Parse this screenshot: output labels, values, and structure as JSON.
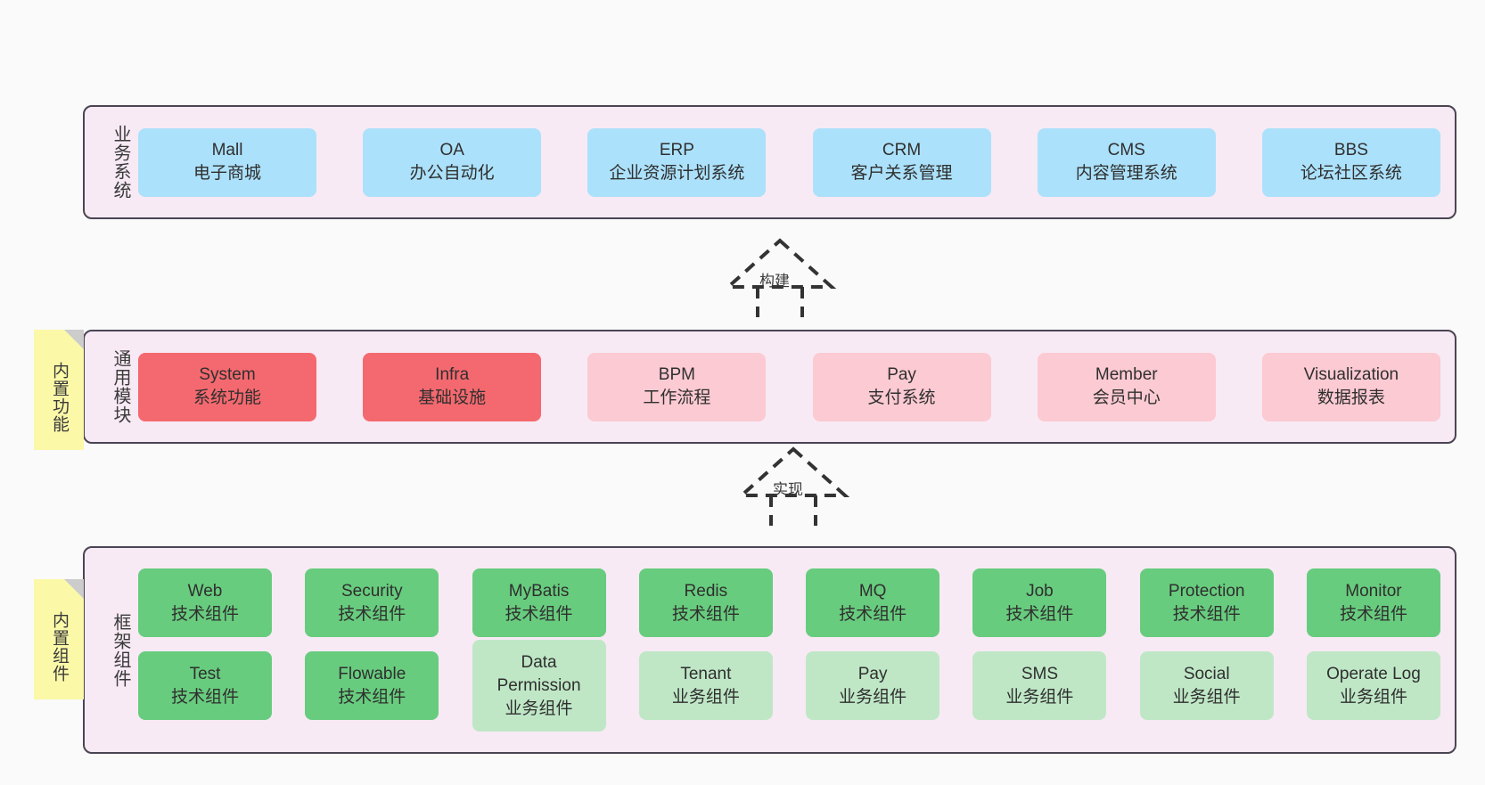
{
  "diagram": {
    "background_color": "#fafafa",
    "layer_bg_color": "#f7eaf4",
    "layer_border_color": "#4a4453",
    "note_color": "#fbf8a8",
    "fold_color": "#cccccc"
  },
  "notes": [
    {
      "label": "内置功能",
      "name": "note-builtin-features"
    },
    {
      "label": "内置组件",
      "name": "note-builtin-components"
    }
  ],
  "arrows": [
    {
      "label": "构建",
      "name": "arrow-build"
    },
    {
      "label": "实现",
      "name": "arrow-implement"
    }
  ],
  "layers": [
    {
      "title": "业务系统",
      "name": "layer-business-systems",
      "cards": [
        {
          "en": "Mall",
          "cn": "电子商城",
          "color": "#ace1fb",
          "style": "c-blue"
        },
        {
          "en": "OA",
          "cn": "办公自动化",
          "color": "#ace1fb",
          "style": "c-blue"
        },
        {
          "en": "ERP",
          "cn": "企业资源计划系统",
          "color": "#ace1fb",
          "style": "c-blue"
        },
        {
          "en": "CRM",
          "cn": "客户关系管理",
          "color": "#ace1fb",
          "style": "c-blue"
        },
        {
          "en": "CMS",
          "cn": "内容管理系统",
          "color": "#ace1fb",
          "style": "c-blue"
        },
        {
          "en": "BBS",
          "cn": "论坛社区系统",
          "color": "#ace1fb",
          "style": "c-blue"
        }
      ]
    },
    {
      "title": "通用模块",
      "name": "layer-common-modules",
      "cards": [
        {
          "en": "System",
          "cn": "系统功能",
          "color": "#f4696f",
          "style": "c-red"
        },
        {
          "en": "Infra",
          "cn": "基础设施",
          "color": "#f4696f",
          "style": "c-red"
        },
        {
          "en": "BPM",
          "cn": "工作流程",
          "color": "#fccad2",
          "style": "c-pink"
        },
        {
          "en": "Pay",
          "cn": "支付系统",
          "color": "#fccad2",
          "style": "c-pink"
        },
        {
          "en": "Member",
          "cn": "会员中心",
          "color": "#fccad2",
          "style": "c-pink"
        },
        {
          "en": "Visualization",
          "cn": "数据报表",
          "color": "#fccad2",
          "style": "c-pink"
        }
      ]
    }
  ],
  "framework_layer": {
    "title": "框架组件",
    "name": "layer-framework-components",
    "row1": [
      {
        "en": "Web",
        "cn": "技术组件",
        "color": "#68cc7e",
        "style": "c-green"
      },
      {
        "en": "Security",
        "cn": "技术组件",
        "color": "#68cc7e",
        "style": "c-green"
      },
      {
        "en": "MyBatis",
        "cn": "技术组件",
        "color": "#68cc7e",
        "style": "c-green"
      },
      {
        "en": "Redis",
        "cn": "技术组件",
        "color": "#68cc7e",
        "style": "c-green"
      },
      {
        "en": "MQ",
        "cn": "技术组件",
        "color": "#68cc7e",
        "style": "c-green"
      },
      {
        "en": "Job",
        "cn": "技术组件",
        "color": "#68cc7e",
        "style": "c-green"
      },
      {
        "en": "Protection",
        "cn": "技术组件",
        "color": "#68cc7e",
        "style": "c-green"
      },
      {
        "en": "Monitor",
        "cn": "技术组件",
        "color": "#68cc7e",
        "style": "c-green"
      }
    ],
    "row2": [
      {
        "en": "Test",
        "cn": "技术组件",
        "color": "#68cc7e",
        "style": "c-green"
      },
      {
        "en": "Flowable",
        "cn": "技术组件",
        "color": "#68cc7e",
        "style": "c-green"
      },
      {
        "en": "Data Permission",
        "cn": "业务组件",
        "color": "#bfe7c6",
        "style": "c-green-light",
        "wrap": true
      },
      {
        "en": "Tenant",
        "cn": "业务组件",
        "color": "#bfe7c6",
        "style": "c-green-light"
      },
      {
        "en": "Pay",
        "cn": "业务组件",
        "color": "#bfe7c6",
        "style": "c-green-light"
      },
      {
        "en": "SMS",
        "cn": "业务组件",
        "color": "#bfe7c6",
        "style": "c-green-light"
      },
      {
        "en": "Social",
        "cn": "业务组件",
        "color": "#bfe7c6",
        "style": "c-green-light"
      },
      {
        "en": "Operate Log",
        "cn": "业务组件",
        "color": "#bfe7c6",
        "style": "c-green-light"
      }
    ]
  }
}
